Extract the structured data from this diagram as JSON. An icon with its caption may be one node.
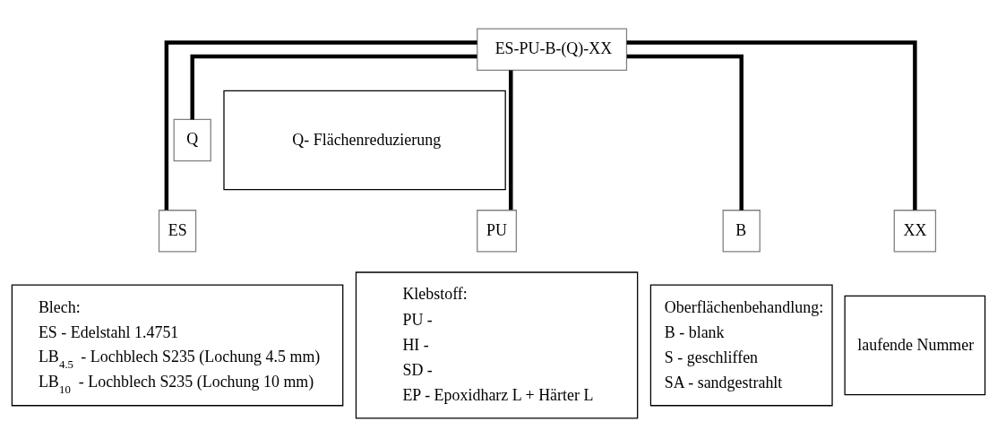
{
  "diagram": {
    "nodes": [
      {
        "text": [
          "ES-PU-B-(Q)-XX"
        ]
      },
      {
        "text": [
          "Q"
        ]
      },
      {
        "text": [
          "Q- Flächenreduzierung"
        ]
      },
      {
        "text": [
          "ES"
        ]
      },
      {
        "text": [
          "Blech:",
          "ES - Edelstahl 1.4751",
          "LB$_{4.5}$ - Lochblech S235 (Lochung 4.5 mm)",
          "LB$_{10}$ - Lochblech S235 (Lochung 10 mm)"
        ]
      },
      {
        "text": [
          "PU"
        ]
      },
      {
        "text": [
          "Klebstoff:",
          "PU -",
          "HI -",
          "SD -",
          "EP - Epoxidharz L + Härter L"
        ]
      },
      {
        "text": [
          "B"
        ]
      },
      {
        "text": [
          "Oberflächenbehandlung:",
          "B - blank",
          "S - geschliffen",
          "SA - sandgestrahlt"
        ]
      },
      {
        "text": [
          "XX"
        ]
      },
      {
        "text": [
          "laufende Nummer"
        ]
      }
    ],
    "edges": [
      {
        "from": 0,
        "to": 1,
        "arrow": "none"
      },
      {
        "from": 0,
        "to": 3,
        "arrow": "none"
      },
      {
        "from": 0,
        "to": 5,
        "arrow": "none"
      },
      {
        "from": 0,
        "to": 7,
        "arrow": "none"
      },
      {
        "from": 0,
        "to": 9,
        "arrow": "none"
      }
    ]
  }
}
